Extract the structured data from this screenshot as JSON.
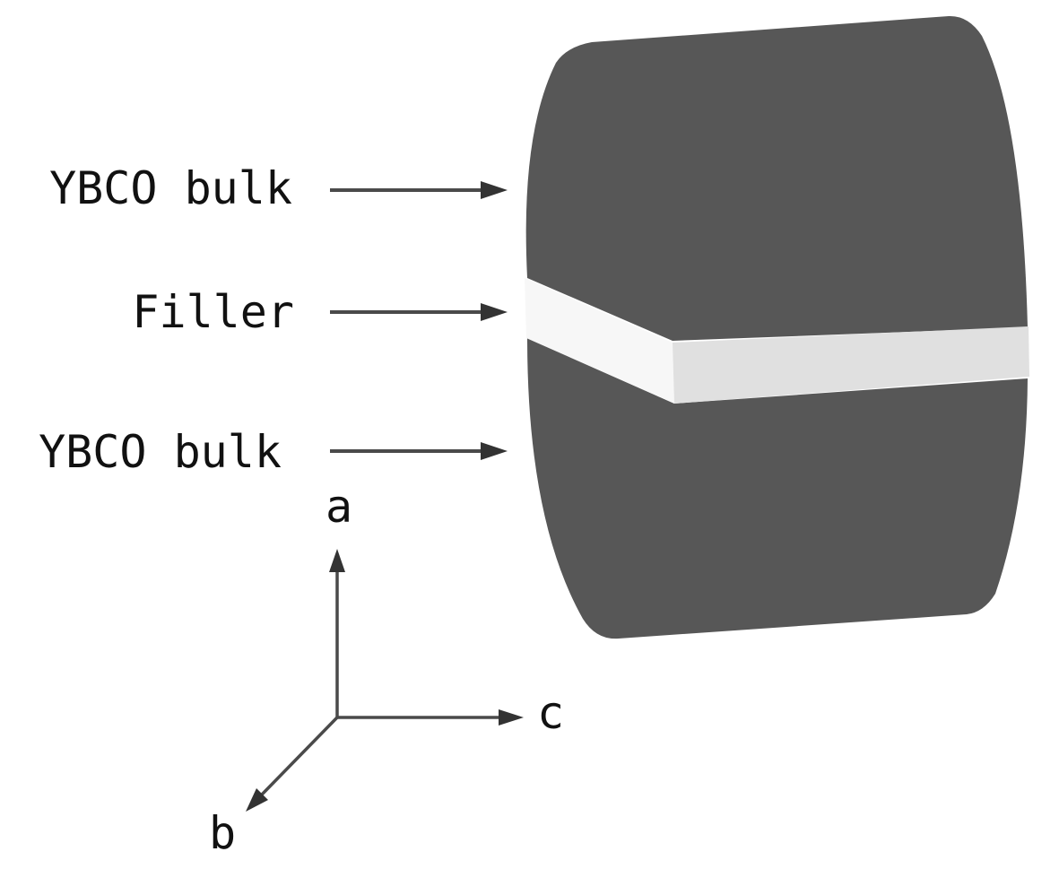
{
  "labels": {
    "upper_bulk": "YBCO bulk",
    "filler": "Filler",
    "lower_bulk": "YBCO bulk"
  },
  "axes": {
    "a": "a",
    "b": "b",
    "c": "c"
  },
  "colors": {
    "bulk": "#575757",
    "filler_front": "#f7f7f7",
    "filler_side": "#e0e0e0",
    "text": "#111111",
    "arrow": "#4a4a4a"
  }
}
